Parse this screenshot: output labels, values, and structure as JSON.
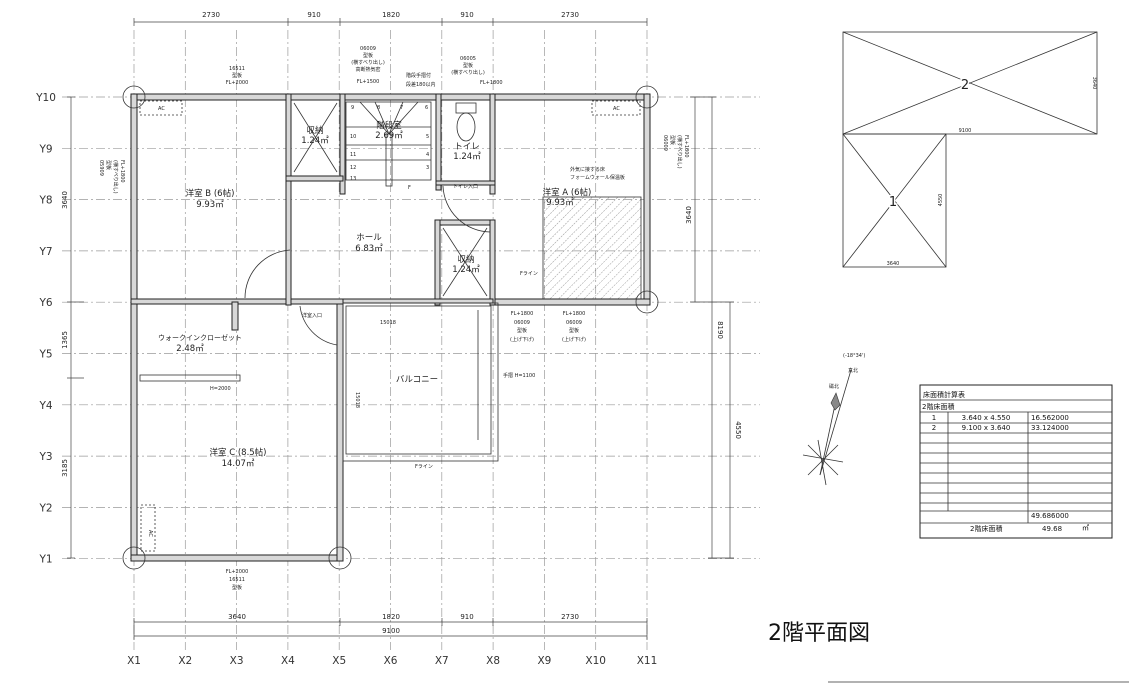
{
  "title": "2階平面図",
  "grid": {
    "x_labels": [
      "X1",
      "X2",
      "X3",
      "X4",
      "X5",
      "X6",
      "X7",
      "X8",
      "X9",
      "X10",
      "X11"
    ],
    "y_labels": [
      "Y10",
      "Y9",
      "Y8",
      "Y7",
      "Y6",
      "Y5",
      "Y4",
      "Y3",
      "Y2",
      "Y1"
    ]
  },
  "dimensions": {
    "top": [
      "2730",
      "910",
      "1820",
      "910",
      "2730"
    ],
    "bottom": [
      "3640",
      "1820",
      "910",
      "2730"
    ],
    "bottom_total": "9100",
    "left": [
      "3640",
      "1365",
      "3185"
    ],
    "right": [
      "3640",
      "8190",
      "4550"
    ]
  },
  "rooms": {
    "room_b": {
      "name": "洋室 B (6帖)",
      "area": "9.93㎡"
    },
    "storage_1": {
      "name": "収納",
      "area": "1.24㎡"
    },
    "stair": {
      "name": "階段室",
      "area": "2.69㎡"
    },
    "toilet": {
      "name": "トイレ",
      "area": "1.24㎡"
    },
    "room_a": {
      "name": "洋室 A (6帖)",
      "area": "9.93㎡"
    },
    "hall": {
      "name": "ホール",
      "area": "6.83㎡"
    },
    "storage_2": {
      "name": "収納",
      "area": "1.24㎡"
    },
    "walkin": {
      "name": "ウォークインクローゼット",
      "area": "2.48㎡"
    },
    "balcony": {
      "name": "バルコニー"
    },
    "room_c": {
      "name": "洋室 C (8.5帖)",
      "area": "14.07㎡"
    }
  },
  "notes": {
    "ac": "AC",
    "window_top_b": [
      "16511",
      "型板",
      "FL+2000"
    ],
    "window_stair": [
      "06009",
      "型板",
      "(横すべり出し)",
      "高断熱気密",
      "FL+1500"
    ],
    "stair_rail": [
      "階段手摺付",
      "段差180以内"
    ],
    "window_toilet": [
      "06005",
      "型板",
      "(横すべり出し)",
      "FL+1800"
    ],
    "window_left": [
      "05909",
      "型板",
      "(横すべり出し)",
      "FL+1800"
    ],
    "window_right": [
      "06009",
      "型板",
      "(横すべり出し)",
      "FL+1800"
    ],
    "window_bottom_c": [
      "FL+2000",
      "16511",
      "型板"
    ],
    "window_balcony_1": [
      "FL+1800",
      "06009",
      "型板",
      "(上げ下げ)"
    ],
    "window_balcony_2": [
      "FL+1800",
      "06009",
      "型板",
      "(上げ下げ)"
    ],
    "floor_note": [
      "外気に接する床",
      "フォームウォール保温板"
    ],
    "toilet_entry": "トイレ入口",
    "room_entry": "洋室入口",
    "balcony_dim_h": "15018",
    "balcony_dim_v": "15018",
    "handrail": "手摺 H=1100",
    "drain_line": "Fライン",
    "stair_f": "F",
    "shelf": "H=2000",
    "storage_note": "収納",
    "stair_steps": [
      "9",
      "8",
      "7",
      "6",
      "10",
      "5",
      "11",
      "4",
      "12",
      "3",
      "13"
    ]
  },
  "roof_plan": {
    "part2": {
      "label": "2",
      "width": "9100",
      "depth": "3640"
    },
    "part1": {
      "label": "1",
      "width": "3640",
      "depth": "4550"
    }
  },
  "compass": {
    "angle": "(-18°34')",
    "true_north": "真北",
    "magnetic_north": "磁北"
  },
  "area_table": {
    "title": "床面積計算表",
    "section": "2階床面積",
    "rows": [
      {
        "no": "1",
        "calc": "3.640 x 4.550",
        "area": "16.562000"
      },
      {
        "no": "2",
        "calc": "9.100 x 3.640",
        "area": "33.124000"
      }
    ],
    "subtotal": "49.686000",
    "total_label": "2階床面積",
    "total_value": "49.68",
    "unit": "㎡"
  }
}
